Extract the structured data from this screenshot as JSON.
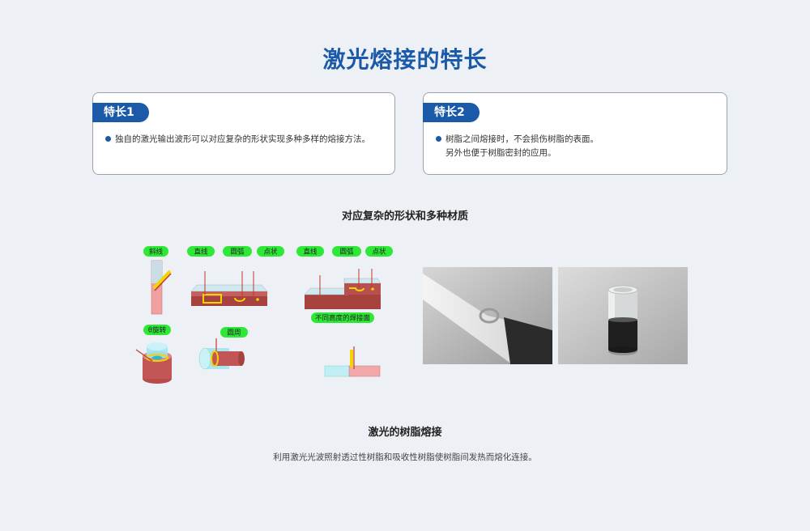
{
  "page": {
    "title": "激光熔接的特长"
  },
  "features": [
    {
      "tag": "特长1",
      "lines": [
        "独自的激光输出波形可以对应复杂的形状实现多种多样的熔接方法。"
      ]
    },
    {
      "tag": "特长2",
      "lines": [
        "树脂之间熔接时，不会损伤树脂的表面。",
        "另外也便于树脂密封的应用。"
      ]
    }
  ],
  "section1": {
    "title": "对应复杂的形状和多种材质",
    "labels": {
      "slant": "斜线",
      "line1": "直线",
      "arc1": "圆弧",
      "dot1": "点状",
      "line2": "直线",
      "arc2": "圆弧",
      "dot2": "点状",
      "height_diff": "不同高度的焊接面",
      "theta_rotate": "θ旋转",
      "circ": "圆周"
    }
  },
  "section2": {
    "title": "激光的树脂熔接",
    "description": "利用激光光波照射透过性树脂和吸收性树脂使树脂间发热而熔化连接。"
  },
  "colors": {
    "accent": "#1a5aa8",
    "label_green": "#2ee836",
    "resin_red": "#b84a4a",
    "laser_yellow": "#f2d400",
    "transparent_cyan": "#7fdbea"
  }
}
